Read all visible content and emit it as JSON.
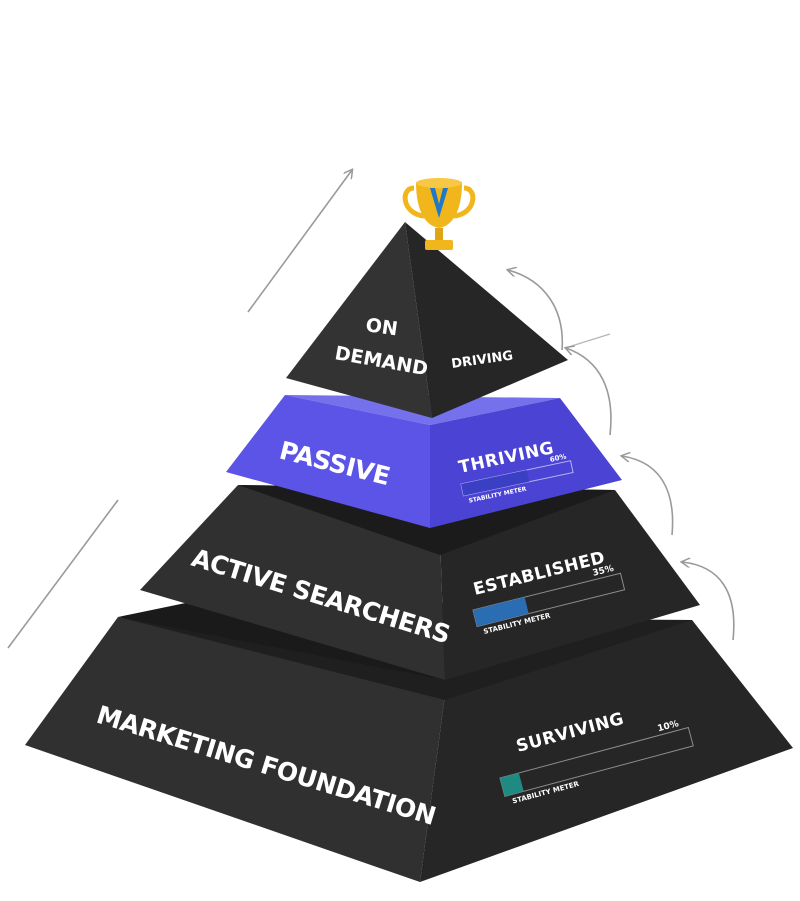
{
  "tiers": [
    {
      "name_lines": [
        "ON",
        "DEMAND"
      ],
      "status": "DRIVING"
    },
    {
      "name": "PASSIVE",
      "status": "THRIVING",
      "meter": {
        "label": "STABILITY METER",
        "percent_text": "60%",
        "fill": 0.6,
        "color": "#3a3fc4"
      }
    },
    {
      "name": "ACTIVE SEARCHERS",
      "status": "ESTABLISHED",
      "meter": {
        "label": "STABILITY METER",
        "percent_text": "35%",
        "fill": 0.35,
        "color": "#2a6db2"
      }
    },
    {
      "name": "MARKETING FOUNDATION",
      "status": "SURVIVING",
      "meter": {
        "label": "STABILITY METER",
        "percent_text": "10%",
        "fill": 0.1,
        "color": "#1e8a82"
      }
    }
  ],
  "colors": {
    "dark_face": "#303030",
    "dark_side": "#222222",
    "shadow_band": "#1b1b1b",
    "passive_face": "#5b54e6",
    "passive_side": "#4b43d4",
    "passive_top": "#7570ec",
    "trophy_gold": "#f2b61d",
    "ribbon_blue": "#1f78c8",
    "arrow_gray": "#9a9a9a"
  },
  "icons": {
    "trophy": "trophy-icon"
  }
}
